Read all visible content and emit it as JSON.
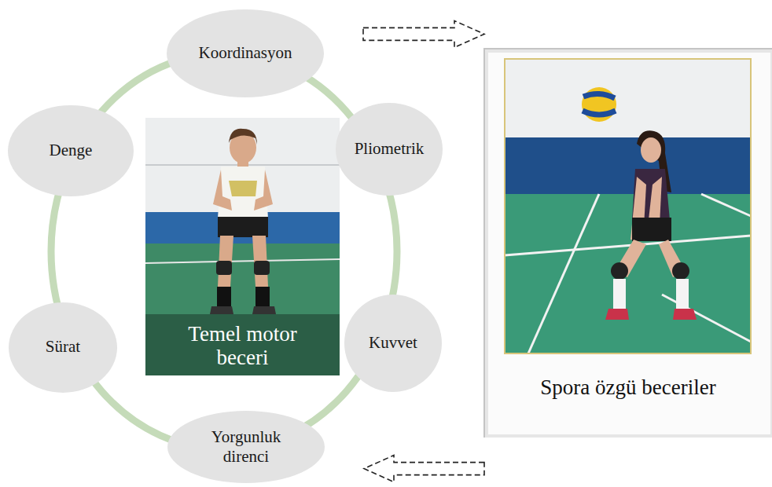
{
  "diagram": {
    "nodes": [
      {
        "text": [
          "Koordinasyon"
        ]
      },
      {
        "text": [
          "Pliometrik"
        ]
      },
      {
        "text": [
          "Kuvvet"
        ]
      },
      {
        "text": [
          "Yorgunluk direnci"
        ]
      },
      {
        "text": [
          "Sürat"
        ]
      },
      {
        "text": [
          "Denge"
        ]
      },
      {
        "text": [
          "Temel motor beceri"
        ]
      },
      {
        "text": [
          "Spora özgü beceriler"
        ]
      }
    ],
    "edges": [
      {
        "from": 0,
        "to": 7,
        "arrow": "to"
      },
      {
        "from": 7,
        "to": 3,
        "arrow": "to"
      }
    ]
  }
}
